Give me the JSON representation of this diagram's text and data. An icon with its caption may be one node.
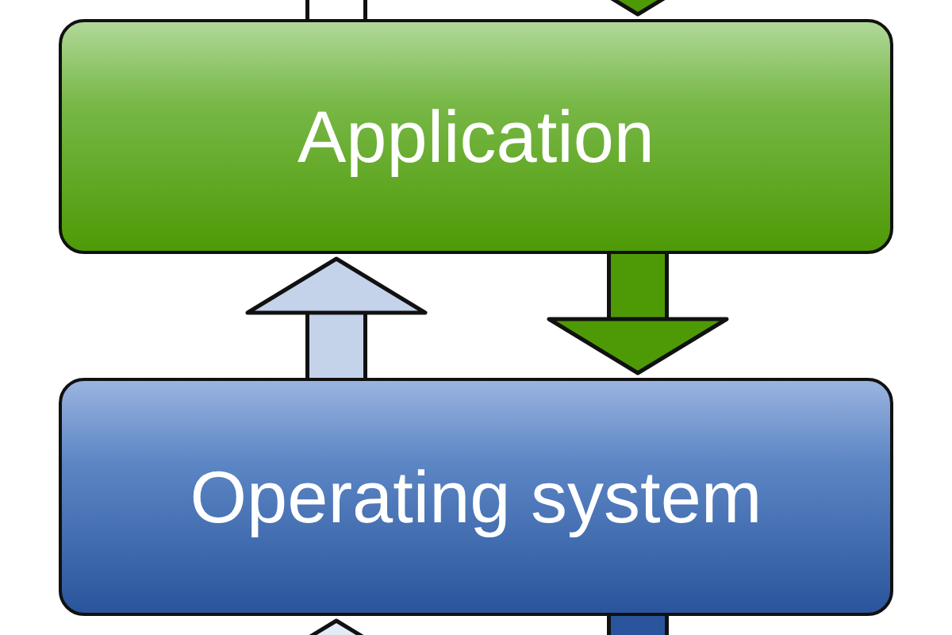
{
  "diagram": {
    "nodes": [
      {
        "text": [
          "Application"
        ]
      },
      {
        "text": [
          "Operating system"
        ]
      }
    ],
    "edges": [
      {
        "from": 1,
        "to": 0,
        "arrow": "to",
        "color": "#c4d3ea"
      },
      {
        "from": 0,
        "to": 1,
        "arrow": "to",
        "color": "#4e9a06"
      },
      {
        "from": null,
        "to": 0,
        "arrow": "to",
        "color": "#4e9a06"
      },
      {
        "from": 0,
        "to": null,
        "arrow": "none",
        "color": "#ffffff"
      },
      {
        "from": null,
        "to": 1,
        "arrow": "to",
        "color": "#e4ebf6"
      },
      {
        "from": 1,
        "to": null,
        "arrow": "none",
        "color": "#2a559c"
      }
    ]
  }
}
